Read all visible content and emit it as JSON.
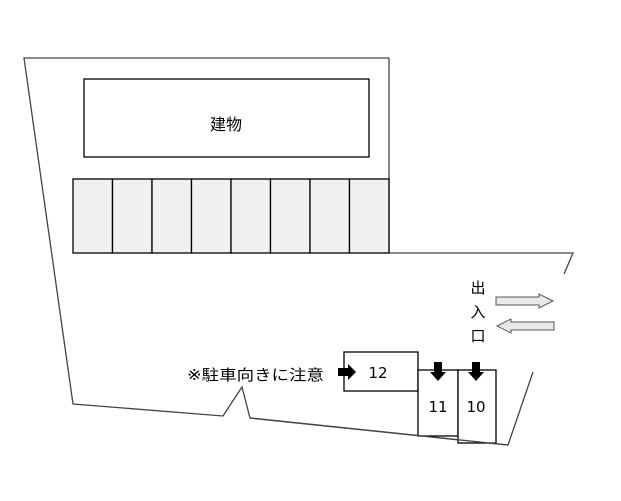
{
  "diagram": {
    "type": "parking-lot-layout",
    "background": "#ffffff",
    "building": {
      "label": "建物"
    },
    "upper_row": {
      "slot_count": 8,
      "fill": "#f0f0f0",
      "labels": [
        "",
        "",
        "",
        "",
        "",
        "",
        "",
        ""
      ]
    },
    "entrance": {
      "label_chars": [
        "出",
        "入",
        "口"
      ],
      "arrows": [
        {
          "direction": "right",
          "meaning": "exit"
        },
        {
          "direction": "left",
          "meaning": "enter"
        }
      ],
      "arrow_fill": "#e8e8e8",
      "arrow_stroke": "#555555"
    },
    "lower_slots": [
      {
        "number": "12",
        "orientation": "horizontal",
        "arrow": "right"
      },
      {
        "number": "11",
        "orientation": "vertical",
        "arrow": "down"
      },
      {
        "number": "10",
        "orientation": "vertical",
        "arrow": "down"
      }
    ],
    "note": {
      "text": "※駐車向きに注意"
    }
  }
}
